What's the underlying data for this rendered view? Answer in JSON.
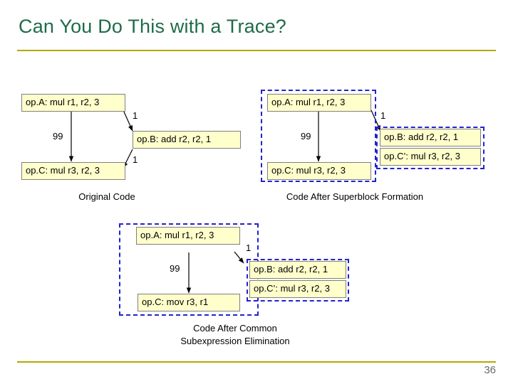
{
  "slide": {
    "title": "Can You Do This with a Trace?",
    "page_number": "36",
    "accent_title_color": "#1f6b4a",
    "rule_color": "#b8a600",
    "box_fill": "#ffffcc",
    "box_border": "#808080",
    "dashed_color": "#2222cc"
  },
  "panels": [
    {
      "id": "original",
      "caption": "Original Code",
      "ops": [
        {
          "name": "opA",
          "text": "op.A: mul r1, r2, 3"
        },
        {
          "name": "opB",
          "text": "op.B: add r2, r2, 1"
        },
        {
          "name": "opC",
          "text": "op.C: mul r3, r2, 3"
        }
      ],
      "edge_labels": [
        "1",
        "99",
        "1"
      ]
    },
    {
      "id": "superblock",
      "caption": "Code After Superblock Formation",
      "ops": [
        {
          "name": "opA",
          "text": "op.A: mul r1, r2, 3"
        },
        {
          "name": "opB",
          "text": "op.B: add r2, r2, 1"
        },
        {
          "name": "opCprime",
          "text": "op.C’: mul r3, r2, 3"
        },
        {
          "name": "opC",
          "text": "op.C: mul r3, r2, 3"
        }
      ],
      "edge_labels": [
        "1",
        "99"
      ]
    },
    {
      "id": "cse",
      "caption_line1": "Code After Common",
      "caption_line2": "Subexpression Elimination",
      "ops": [
        {
          "name": "opA",
          "text": "op.A: mul r1, r2, 3"
        },
        {
          "name": "opB",
          "text": "op.B: add r2, r2, 1"
        },
        {
          "name": "opCprime",
          "text": "op.C’: mul r3, r2, 3"
        },
        {
          "name": "opC",
          "text": "op.C: mov r3, r1"
        }
      ],
      "edge_labels": [
        "1",
        "99"
      ]
    }
  ]
}
